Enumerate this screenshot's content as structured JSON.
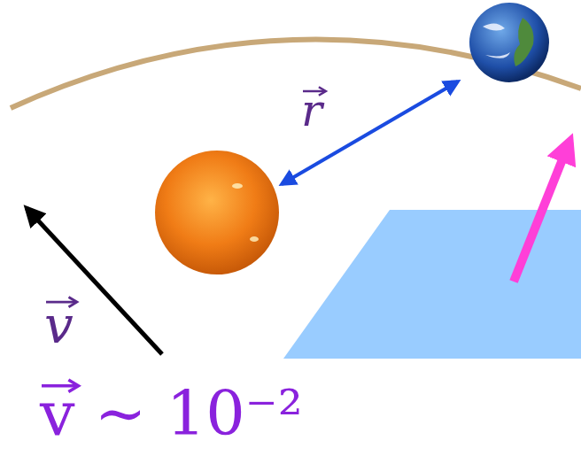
{
  "diagram": {
    "labels": [
      "r",
      "v",
      "v ∼ 10⁻²"
    ]
  }
}
